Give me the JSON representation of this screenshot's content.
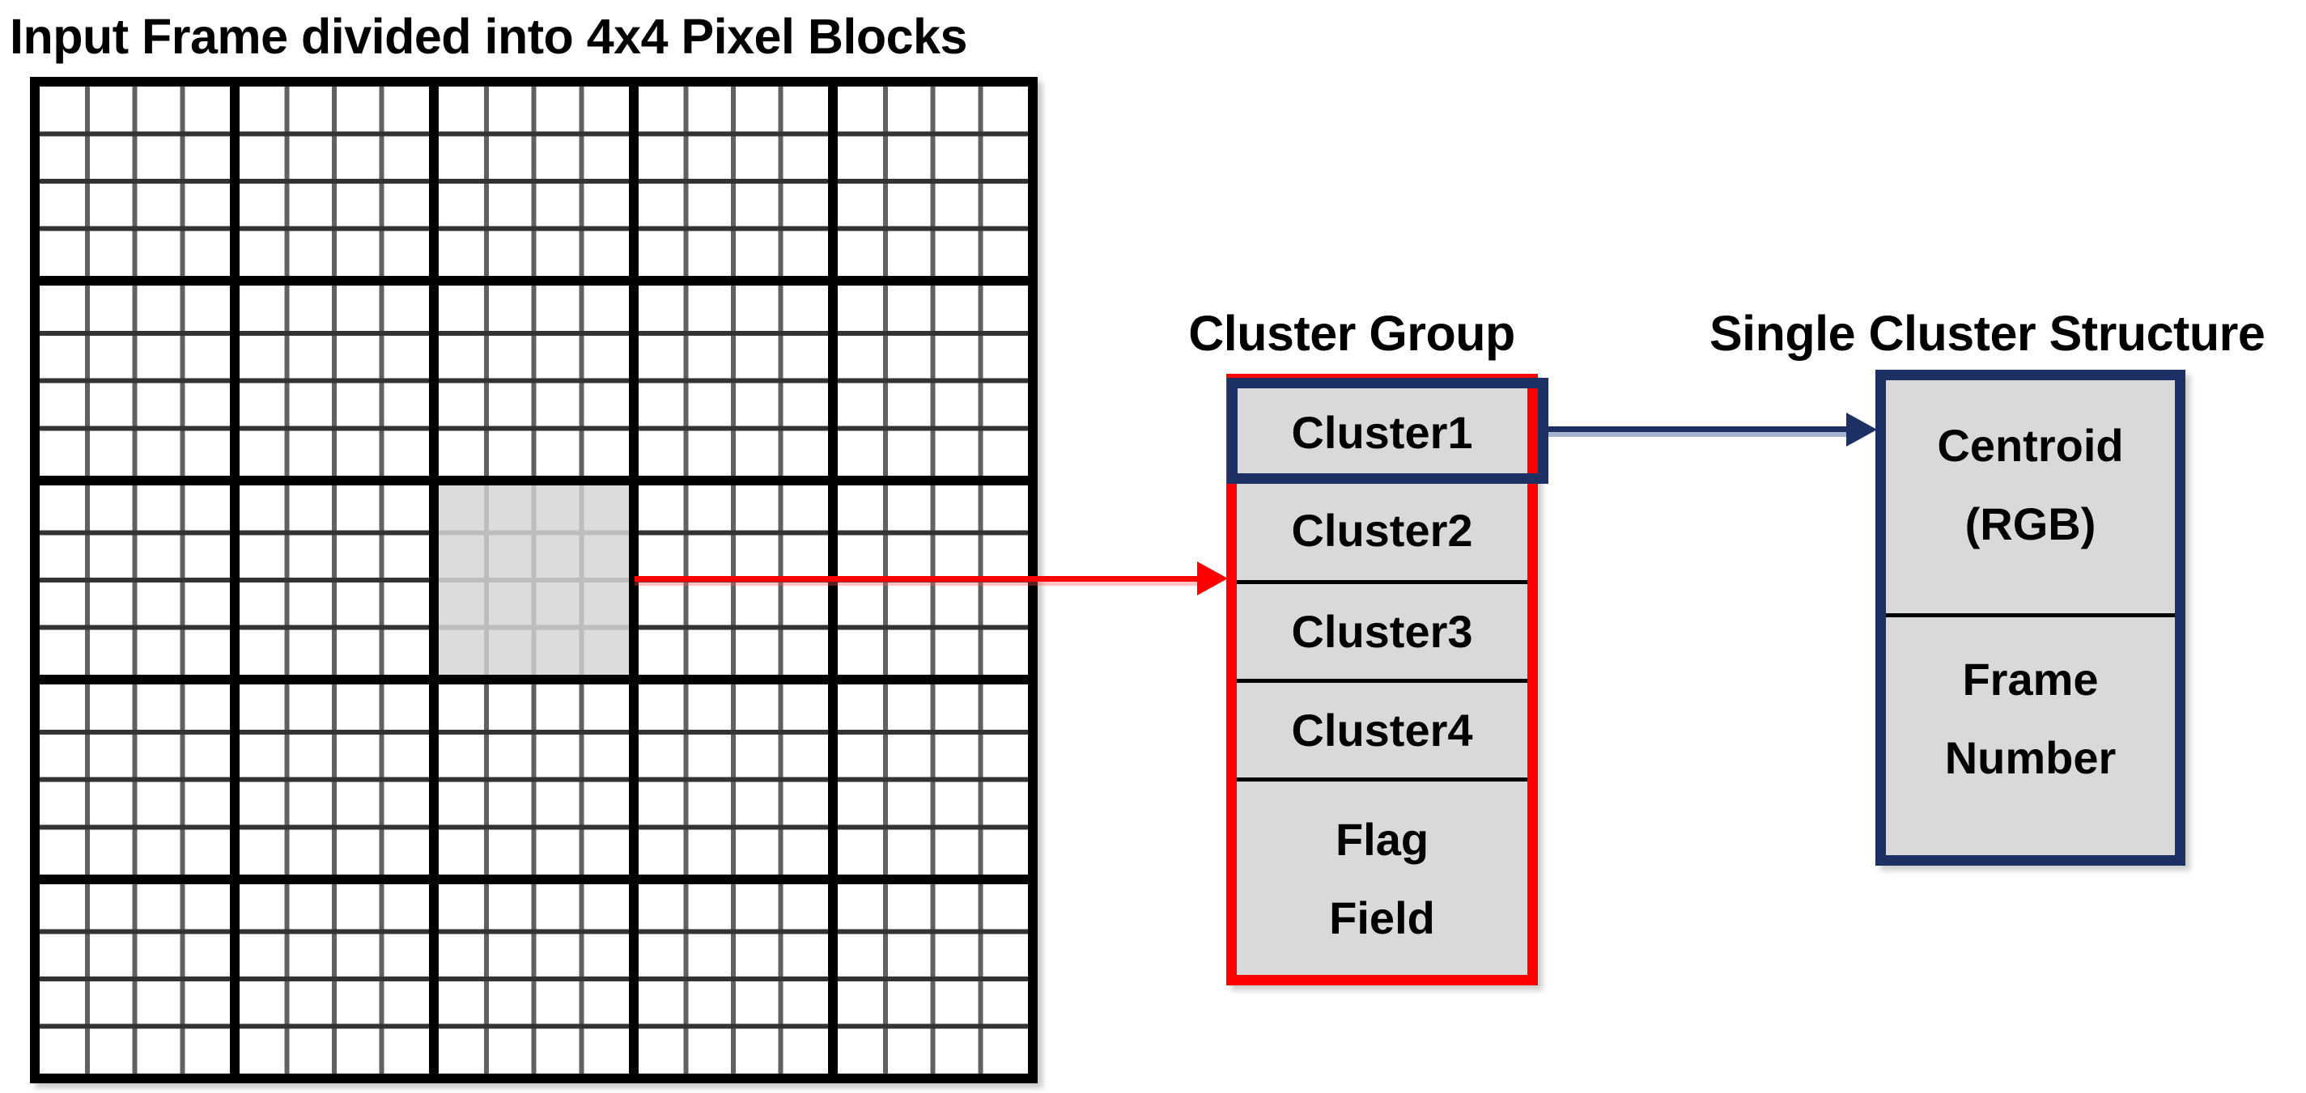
{
  "titles": {
    "input_frame": "Input Frame divided into 4x4 Pixel Blocks",
    "cluster_group": "Cluster Group",
    "single_cluster": "Single Cluster Structure"
  },
  "grid": {
    "blocks_per_row": 5,
    "blocks_per_col": 5,
    "cells_per_block": 4,
    "highlight_block": {
      "row": 3,
      "col": 3
    }
  },
  "cluster_group": {
    "rows": [
      "Cluster1",
      "Cluster2",
      "Cluster3",
      "Cluster4"
    ],
    "flag_lines": [
      "Flag",
      "Field"
    ]
  },
  "single_cluster": {
    "centroid_lines": [
      "Centroid",
      "(RGB)"
    ],
    "frame_lines": [
      "Frame",
      "Number"
    ]
  },
  "arrows": [
    {
      "name": "highlighted-block-to-cluster-group",
      "color": "#ff0000"
    },
    {
      "name": "cluster1-to-single-cluster-structure",
      "color": "#1c3064"
    }
  ],
  "colors": {
    "red": "#ff0000",
    "navy": "#1c3064",
    "cell_fill": "#d9d9d9",
    "grid_thick": "#000000",
    "grid_thin_v": "#616161",
    "grid_thin_h": "#333333",
    "highlight_fill": "#dcdcdc",
    "highlight_line": "#bdbdbd"
  }
}
